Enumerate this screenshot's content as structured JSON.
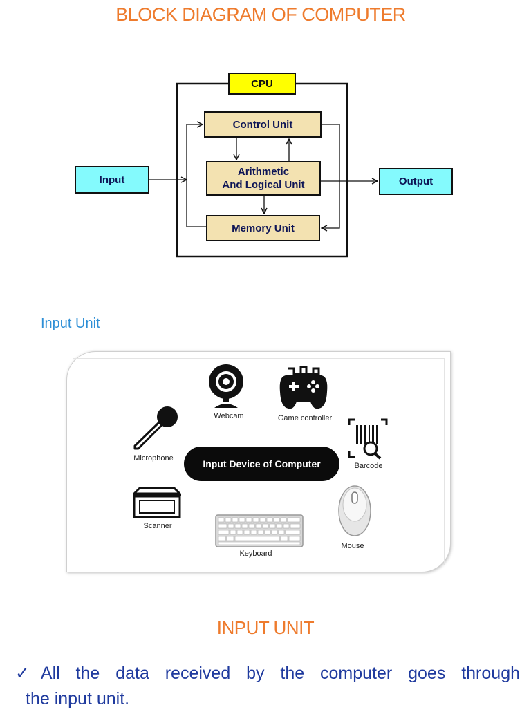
{
  "page": {
    "title": "BLOCK DIAGRAM OF COMPUTER"
  },
  "diagram": {
    "cpu_label": "CPU",
    "control_unit": "Control Unit",
    "alu_line1": "Arithmetic",
    "alu_line2": "And Logical Unit",
    "memory_unit": "Memory Unit",
    "input": "Input",
    "output": "Output",
    "colors": {
      "cpu": "#ffff00",
      "units": "#f3e2b1",
      "io": "#84fafd"
    }
  },
  "section": {
    "heading": "Input Unit"
  },
  "devices_card": {
    "center_label": "Input Device of Computer",
    "devices": [
      {
        "label": "Webcam",
        "icon": "webcam-icon"
      },
      {
        "label": "Game controller",
        "icon": "game-controller-icon"
      },
      {
        "label": "Microphone",
        "icon": "microphone-icon"
      },
      {
        "label": "Barcode",
        "icon": "barcode-icon"
      },
      {
        "label": "Scanner",
        "icon": "scanner-icon"
      },
      {
        "label": "Keyboard",
        "icon": "keyboard-icon"
      },
      {
        "label": "Mouse",
        "icon": "mouse-icon"
      }
    ]
  },
  "body": {
    "heading": "INPUT UNIT",
    "check_mark": "✓",
    "bullet_line1": "All the data received by the computer goes through",
    "bullet_line2": "the input unit."
  },
  "colors": {
    "title_orange": "#ee7b2d",
    "heading_blue": "#2e8fd6",
    "body_blue": "#1f3a9e"
  }
}
